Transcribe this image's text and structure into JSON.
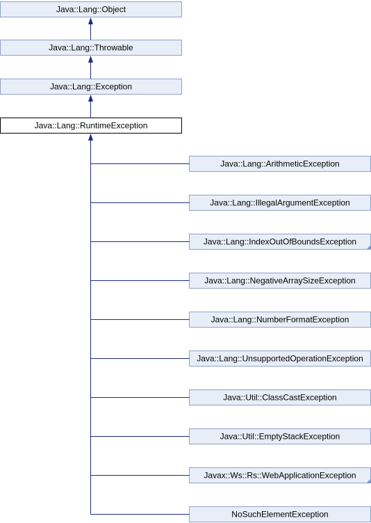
{
  "diagram": {
    "ancestors": [
      {
        "label": "Java::Lang::Object",
        "current": false,
        "folded": false
      },
      {
        "label": "Java::Lang::Throwable",
        "current": false,
        "folded": false
      },
      {
        "label": "Java::Lang::Exception",
        "current": false,
        "folded": false
      },
      {
        "label": "Java::Lang::RuntimeException",
        "current": true,
        "folded": false
      }
    ],
    "subclasses": [
      {
        "label": "Java::Lang::ArithmeticException",
        "folded": false
      },
      {
        "label": "Java::Lang::IllegalArgumentException",
        "folded": false
      },
      {
        "label": "Java::Lang::IndexOutOfBoundsException",
        "folded": true
      },
      {
        "label": "Java::Lang::NegativeArraySizeException",
        "folded": false
      },
      {
        "label": "Java::Lang::NumberFormatException",
        "folded": false
      },
      {
        "label": "Java::Lang::UnsupportedOperationException",
        "folded": false
      },
      {
        "label": "Java::Util::ClassCastException",
        "folded": false
      },
      {
        "label": "Java::Util::EmptyStackException",
        "folded": false
      },
      {
        "label": "Javax::Ws::Rs::WebApplicationException",
        "folded": true
      },
      {
        "label": "NoSuchElementException",
        "folded": false
      }
    ],
    "colors": {
      "box_fill": "#e8eef7",
      "box_border": "#8fa1c8",
      "current_box_fill": "#ffffff",
      "current_box_border": "#000000",
      "edge": "#1e2a82"
    }
  }
}
